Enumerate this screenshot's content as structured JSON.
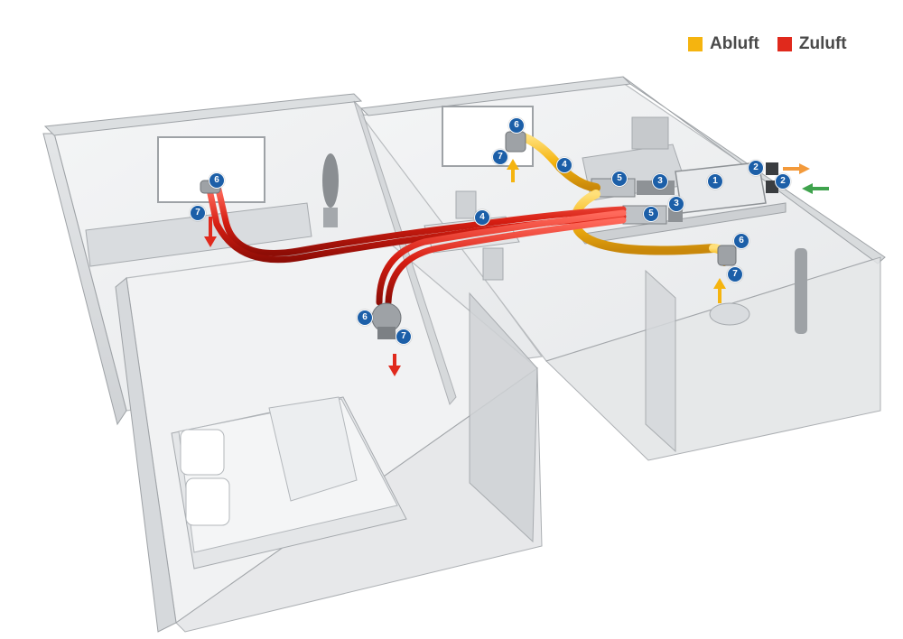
{
  "legend": [
    {
      "label": "Abluft",
      "color": "#f5b40f"
    },
    {
      "label": "Zuluft",
      "color": "#e0291c"
    }
  ],
  "markers": [
    {
      "id": "1"
    },
    {
      "id": "2"
    },
    {
      "id": "2"
    },
    {
      "id": "3"
    },
    {
      "id": "3"
    },
    {
      "id": "4"
    },
    {
      "id": "4"
    },
    {
      "id": "5"
    },
    {
      "id": "5"
    },
    {
      "id": "6"
    },
    {
      "id": "6"
    },
    {
      "id": "6"
    },
    {
      "id": "6"
    },
    {
      "id": "7"
    },
    {
      "id": "7"
    },
    {
      "id": "7"
    },
    {
      "id": "7"
    }
  ],
  "colors": {
    "exhaust": "#f5b40f",
    "supply": "#e0291c",
    "outside_air": "#f39a3b",
    "fresh_air": "#3fa34d",
    "marker": "#1c5fa8"
  }
}
